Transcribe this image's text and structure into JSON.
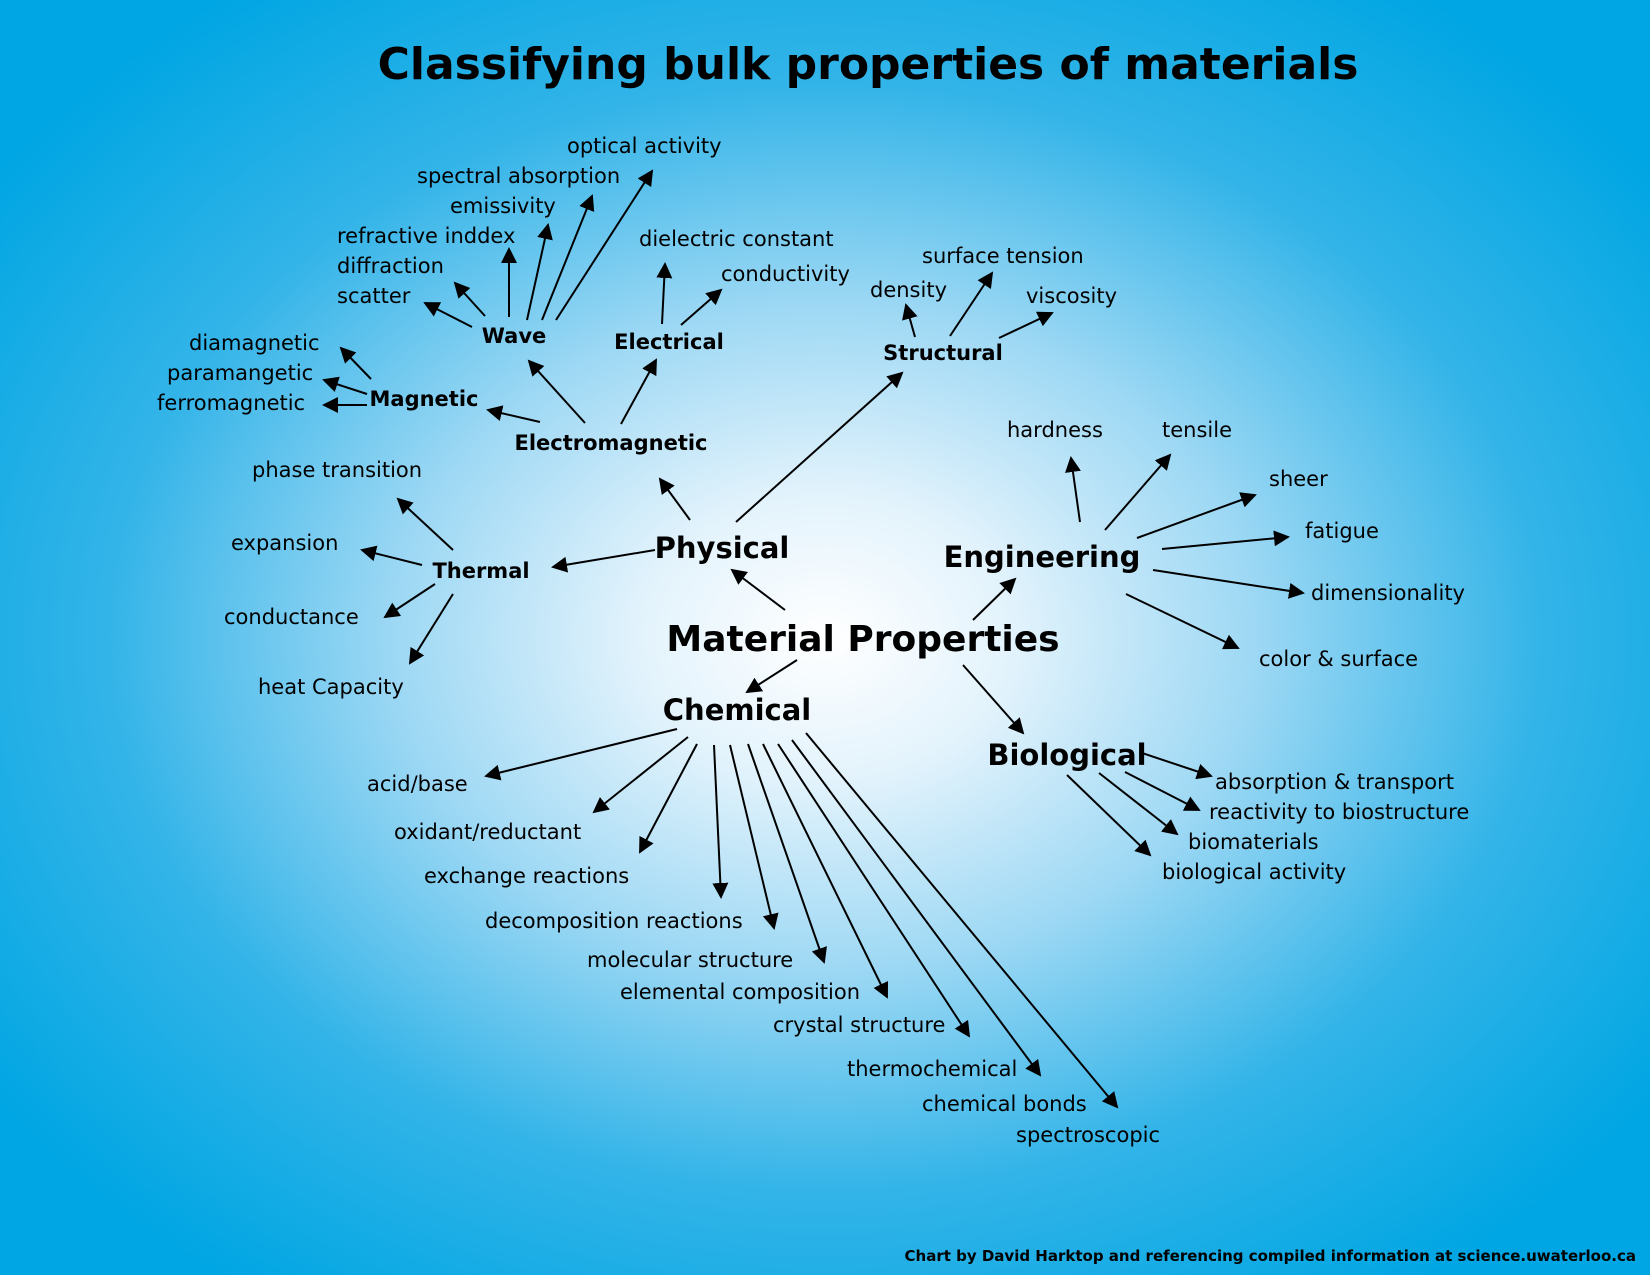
{
  "title": "Classifying bulk properties of materials",
  "center": "Material Properties",
  "categories": {
    "physical": "Physical",
    "chemical": "Chemical",
    "engineering": "Engineering",
    "biological": "Biological"
  },
  "subcategories": {
    "electromagnetic": "Electromagnetic",
    "wave": "Wave",
    "magnetic": "Magnetic",
    "electrical": "Electrical",
    "structural": "Structural",
    "thermal": "Thermal"
  },
  "wave_items": [
    "optical activity",
    "spectral absorption",
    "emissivity",
    "refractive inddex",
    "diffraction",
    "scatter"
  ],
  "magnetic_items": [
    "diamagnetic",
    "paramangetic",
    "ferromagnetic"
  ],
  "electrical_items": [
    "dielectric constant",
    "conductivity"
  ],
  "structural_items": [
    "density",
    "surface tension",
    "viscosity"
  ],
  "thermal_items": [
    "phase transition",
    "expansion",
    "conductance",
    "heat Capacity"
  ],
  "engineering_items": [
    "hardness",
    "tensile",
    "sheer",
    "fatigue",
    "dimensionality",
    "color & surface"
  ],
  "biological_items": [
    "absorption & transport",
    "reactivity to biostructure",
    "biomaterials",
    "biological activity"
  ],
  "chemical_items": [
    "acid/base",
    "oxidant/reductant",
    "exchange reactions",
    "decomposition reactions",
    "molecular structure",
    "elemental composition",
    "crystal structure",
    "thermochemical",
    "chemical bonds",
    "spectroscopic"
  ],
  "credit": "Chart by David Harktop and referencing compiled information at science.uwaterloo.ca"
}
